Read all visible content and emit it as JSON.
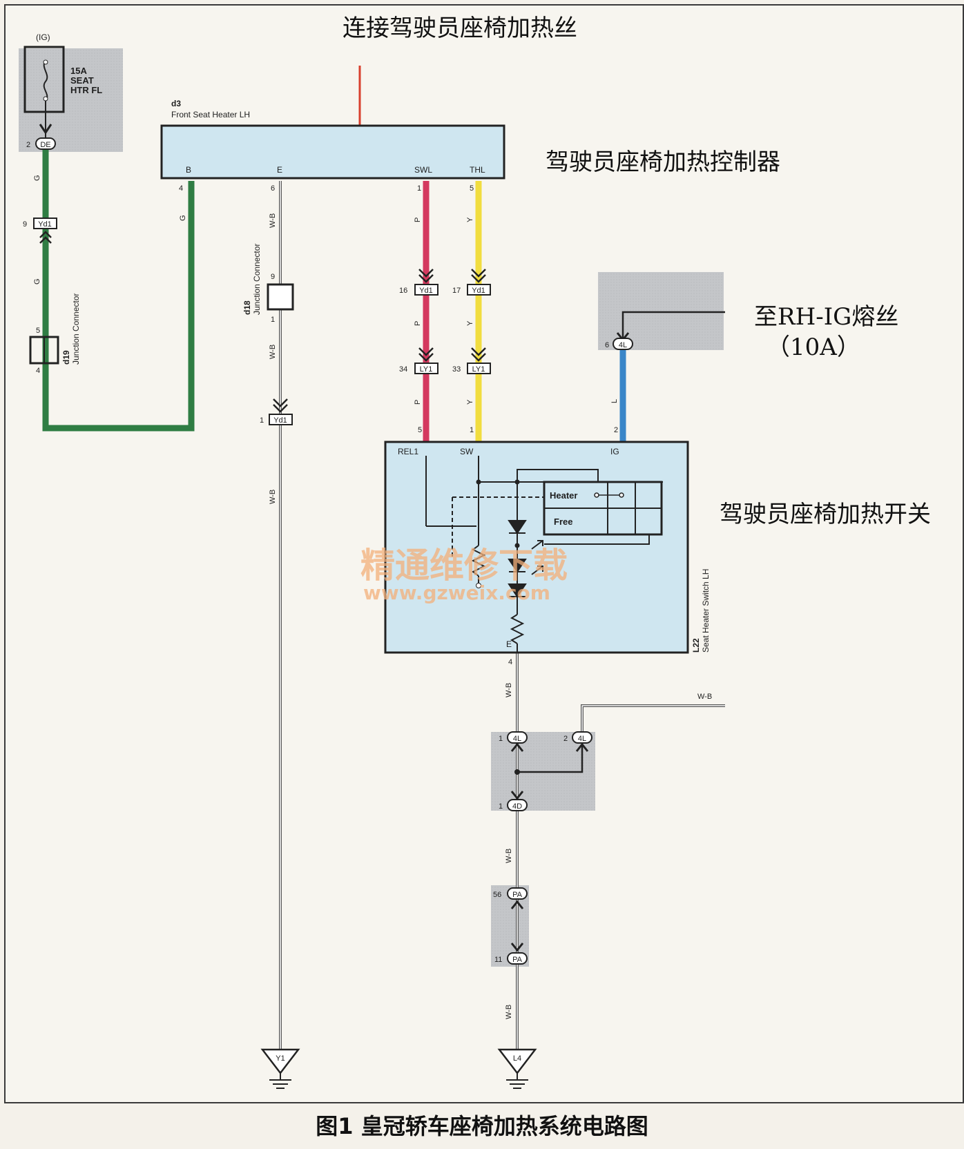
{
  "annotations": {
    "top": "连接驾驶员座椅加热丝",
    "controller": "驾驶员座椅加热控制器",
    "fuse_to": "至RH-IG熔丝",
    "fuse_amp": "（10A）",
    "switch": "驾驶员座椅加热开关"
  },
  "fuse": {
    "supply": "(IG)",
    "rating": "15A",
    "name_line1": "SEAT",
    "name_line2": "HTR FL",
    "pin": "2",
    "connector": "DE"
  },
  "controller_block": {
    "id": "d3",
    "name": "Front Seat Heater LH",
    "pins": [
      {
        "label": "B",
        "num": "4"
      },
      {
        "label": "E",
        "num": "6"
      },
      {
        "label": "SWL",
        "num": "1"
      },
      {
        "label": "THL",
        "num": "5"
      }
    ]
  },
  "switch_block": {
    "id": "L22",
    "name": "Seat Heater Switch LH",
    "pins": [
      {
        "label": "REL1",
        "num": "5"
      },
      {
        "label": "SW",
        "num": "1"
      },
      {
        "label": "IG",
        "num": "2"
      },
      {
        "label": "E",
        "num": "4"
      }
    ],
    "modes": [
      "Heater",
      "Free"
    ]
  },
  "junctions": {
    "d19": {
      "id": "d19",
      "name": "Junction Connector",
      "pin_top": "5",
      "pin_bottom": "4"
    },
    "d18": {
      "id": "d18",
      "name": "Junction Connector",
      "pin_top": "9",
      "pin_bottom": "1"
    }
  },
  "connectors": {
    "yd1_left": {
      "pin": "9",
      "label": "Yd1"
    },
    "yd1_mid": {
      "pin": "1",
      "label": "Yd1"
    },
    "yd1_p": {
      "pin": "16",
      "label": "Yd1"
    },
    "yd1_y": {
      "pin": "17",
      "label": "Yd1"
    },
    "ly1_p": {
      "pin": "34",
      "label": "LY1"
    },
    "ly1_y": {
      "pin": "33",
      "label": "LY1"
    },
    "ig_4l": {
      "pin": "6",
      "label": "4L"
    },
    "e_4l_a": {
      "pin": "1",
      "label": "4L"
    },
    "e_4l_b": {
      "pin": "2",
      "label": "4L"
    },
    "e_4d": {
      "pin": "1",
      "label": "4D"
    },
    "pa_top": {
      "pin": "56",
      "label": "PA"
    },
    "pa_bottom": {
      "pin": "11",
      "label": "PA"
    }
  },
  "wire_colors": {
    "G": "G",
    "WB": "W-B",
    "P": "P",
    "Y": "Y",
    "L": "L",
    "green": "#2f7d43",
    "pink": "#d4395f",
    "yellow": "#f1dd3f",
    "blue": "#3a86c8",
    "red": "#d8402e"
  },
  "grounds": {
    "left": "Y1",
    "right": "L4"
  },
  "watermark": {
    "line1": "精通维修下载",
    "line2": "www.gzweix.com"
  },
  "caption": "图1 皇冠轿车座椅加热系统电路图"
}
